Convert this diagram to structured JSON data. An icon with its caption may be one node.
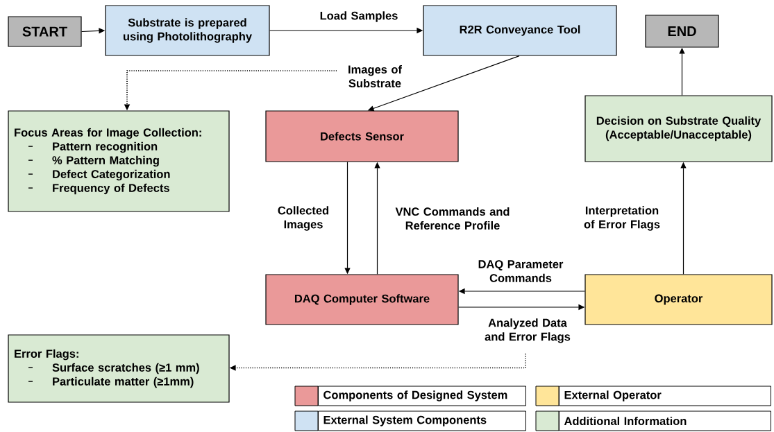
{
  "diagram": {
    "nodes": [
      {
        "text": [
          "START"
        ]
      },
      {
        "text": [
          "Substrate is prepared using Photolithography"
        ]
      },
      {
        "text": [
          "R2R Conveyance Tool"
        ]
      },
      {
        "text": [
          "END"
        ]
      },
      {
        "text": [
          "Focus Areas for Image Collection:",
          "Pattern recognition",
          "% Pattern Matching",
          "Defect Categorization",
          "Frequency of Defects"
        ]
      },
      {
        "text": [
          "Defects Sensor"
        ]
      },
      {
        "text": [
          "Decision on Substrate Quality (Acceptable/Unacceptable)"
        ]
      },
      {
        "text": [
          "DAQ Computer Software"
        ]
      },
      {
        "text": [
          "Operator"
        ]
      },
      {
        "text": [
          "Error Flags:",
          "Surface scratches (≥1 mm)",
          "Particulate matter (≥1mm)"
        ]
      }
    ],
    "edges": [
      {
        "from": 0,
        "to": 1,
        "arrow": "to"
      },
      {
        "from": 1,
        "to": 2,
        "arrow": "to",
        "label": "Load Samples"
      },
      {
        "from": 2,
        "to": 5,
        "arrow": "to",
        "label": "Images of Substrate"
      },
      {
        "from": 5,
        "to": 7,
        "arrow": "to",
        "label": "Collected Images"
      },
      {
        "from": 7,
        "to": 5,
        "arrow": "to",
        "label": "VNC Commands and Reference Profile"
      },
      {
        "from": 8,
        "to": 7,
        "arrow": "to",
        "label": "DAQ Parameter Commands"
      },
      {
        "from": 7,
        "to": 8,
        "arrow": "to",
        "label": "Analyzed Data and Error Flags"
      },
      {
        "from": 8,
        "to": 6,
        "arrow": "to",
        "label": "Interpretation of Error Flags"
      },
      {
        "from": 6,
        "to": 3,
        "arrow": "to"
      },
      {
        "from": null,
        "to": 4,
        "arrow": "to",
        "style": "dashed"
      },
      {
        "from": null,
        "to": 9,
        "arrow": "to",
        "style": "dashed"
      }
    ],
    "legend": [
      {
        "text": "Components of Designed System",
        "color": "#ea9999"
      },
      {
        "text": "External Operator",
        "color": "#ffe599"
      },
      {
        "text": "External System Components",
        "color": "#cfe2f3"
      },
      {
        "text": "Additional Information",
        "color": "#d9ead3"
      }
    ]
  }
}
